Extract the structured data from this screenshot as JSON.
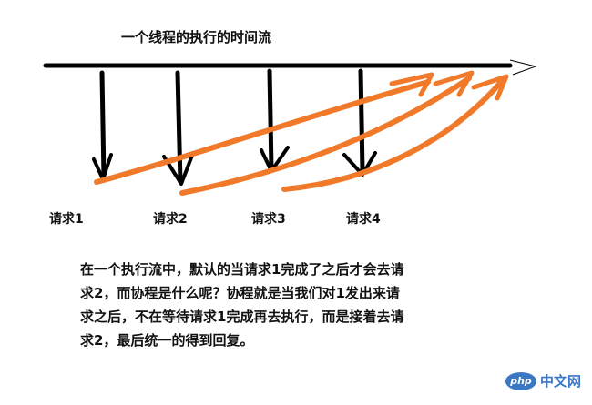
{
  "diagram": {
    "title": "一个线程的执行的时间流",
    "requests": [
      {
        "label": "请求1"
      },
      {
        "label": "请求2"
      },
      {
        "label": "请求3"
      },
      {
        "label": "请求4"
      }
    ],
    "description_lines": [
      "在一个执行流中，默认的当请求1完成了之后才会去请",
      "求2，而协程是什么呢？协程就是当我们对1发出来请",
      "求之后，不在等待请求1完成再去执行，而是接着去请",
      "求2，最后统一的得到回复。"
    ],
    "colors": {
      "timeline": "#000000",
      "coroutine_arrow": "#f07a2a",
      "watermark": "#3a78c4"
    }
  },
  "watermark": {
    "badge": "php",
    "text": "中文网"
  }
}
